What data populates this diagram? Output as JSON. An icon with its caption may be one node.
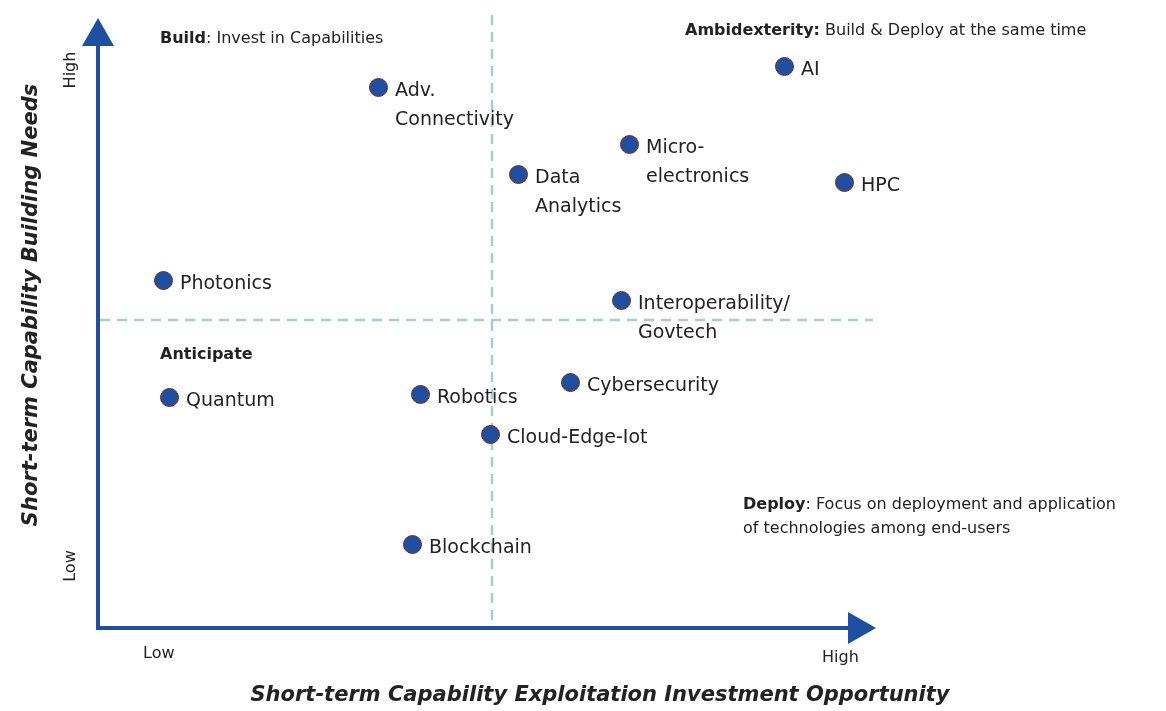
{
  "diagram": {
    "nodes": [
      {
        "text": [],
        "shape": "circle",
        "beside": [
          "AI"
        ]
      },
      {
        "text": [],
        "shape": "circle",
        "beside": [
          "Adv. Connectivity"
        ]
      },
      {
        "text": [],
        "shape": "circle",
        "beside": [
          "Micro-electronics"
        ]
      },
      {
        "text": [],
        "shape": "circle",
        "beside": [
          "Data Analytics"
        ]
      },
      {
        "text": [],
        "shape": "circle",
        "beside": [
          "HPC"
        ]
      },
      {
        "text": [],
        "shape": "circle",
        "beside": [
          "Photonics"
        ]
      },
      {
        "text": [],
        "shape": "circle",
        "beside": [
          "Interoperability/ Govtech"
        ]
      },
      {
        "text": [],
        "shape": "circle",
        "beside": [
          "Cybersecurity"
        ]
      },
      {
        "text": [],
        "shape": "circle",
        "beside": [
          "Robotics"
        ]
      },
      {
        "text": [],
        "shape": "circle",
        "beside": [
          "Quantum"
        ]
      },
      {
        "text": [],
        "shape": "circle",
        "beside": [
          "Cloud-Edge-Iot"
        ]
      },
      {
        "text": [],
        "shape": "circle",
        "beside": [
          "Blockchain"
        ]
      }
    ],
    "labels": [
      "**Build**: Invest in Capabilities",
      "**Ambidexterity:** Build & Deploy at the same time",
      "High",
      "Short-term Capability Building Needs",
      "Anticipate",
      "**Deploy**: Focus on deployment and application of technologies among end-users",
      "Low",
      "Low",
      "High",
      "Short-term Capability Exploitation Investment Opportunity"
    ]
  }
}
